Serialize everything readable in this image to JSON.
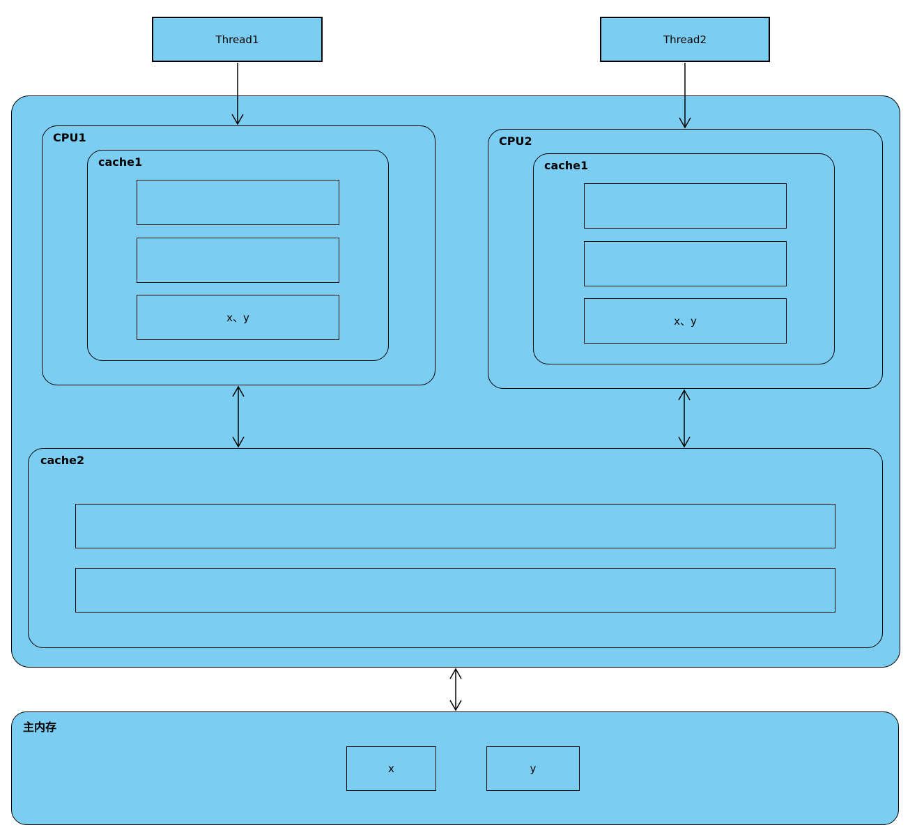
{
  "colors": {
    "node_fill": "#7BCEF2",
    "line": "#000000",
    "canvas_background": "#FFFFFF"
  },
  "threads": [
    {
      "label": "Thread1"
    },
    {
      "label": "Thread2"
    }
  ],
  "cpu_complex": {
    "cpus": [
      {
        "label": "CPU1",
        "l1_cache": {
          "label": "cache1",
          "slots": [
            "",
            "",
            "x、y"
          ]
        }
      },
      {
        "label": "CPU2",
        "l1_cache": {
          "label": "cache1",
          "slots": [
            "",
            "",
            "x、y"
          ]
        }
      }
    ],
    "l2_cache": {
      "label": "cache2",
      "slots": [
        "",
        ""
      ]
    }
  },
  "main_memory": {
    "label": "主内存",
    "cells": [
      {
        "label": "x"
      },
      {
        "label": "y"
      }
    ]
  },
  "arrows": [
    {
      "name": "thread1-to-cpu1",
      "direction": "down"
    },
    {
      "name": "thread2-to-cpu2",
      "direction": "down"
    },
    {
      "name": "cpu1-to-cache2",
      "direction": "both"
    },
    {
      "name": "cpu2-to-cache2",
      "direction": "both"
    },
    {
      "name": "cpu-complex-to-main-memory",
      "direction": "both"
    }
  ]
}
